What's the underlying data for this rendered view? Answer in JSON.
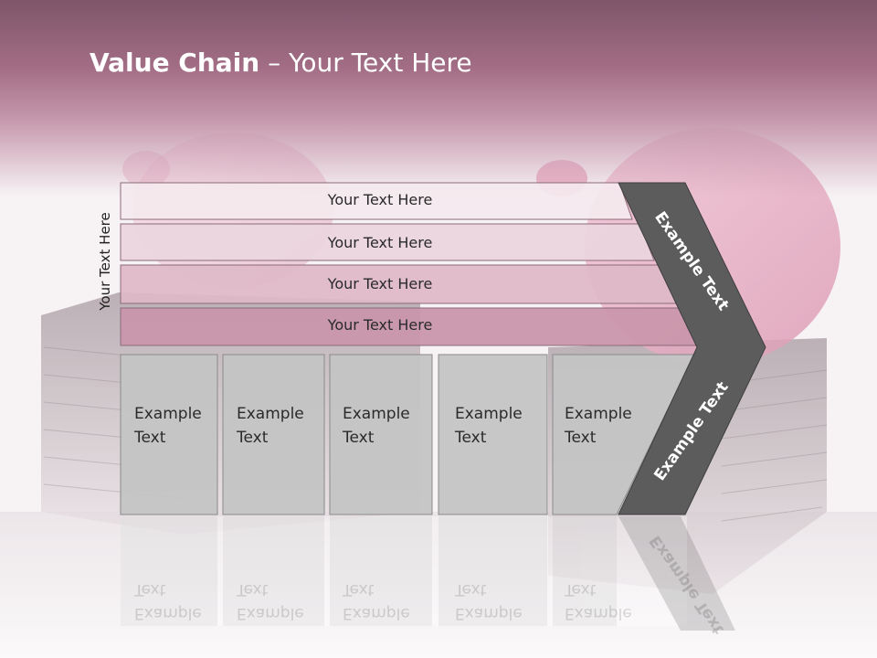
{
  "title": {
    "bold": "Value Chain",
    "rest": " – Your Text Here"
  },
  "vertical_label": "Your Text Here",
  "rows": [
    "Your Text Here",
    "Your Text Here",
    "Your Text Here",
    "Your Text Here"
  ],
  "columns": [
    "Example\nText",
    "Example\nText",
    "Example\nText",
    "Example\nText",
    "Example\nText"
  ],
  "arrow": {
    "upper": "Example Text",
    "lower": "Example Text"
  },
  "colors": {
    "row1": "#f4e9ee",
    "row2": "#ead5de",
    "row3": "#deb8c8",
    "row4": "#c996ab",
    "box": "#c4c4c4",
    "arrow": "#5c5c5c",
    "header": "#a36e86"
  }
}
